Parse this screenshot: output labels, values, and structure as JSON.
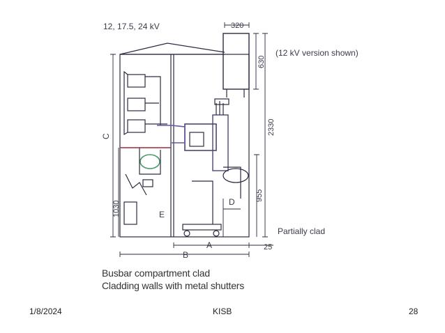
{
  "diagram": {
    "voltage_label": "12, 17.5, 24 kV",
    "version_note": "(12 kV version shown)",
    "dimensions": {
      "width_top": "320",
      "height_box": "630",
      "height_total": "2330",
      "height_lower": "955",
      "height_left": "1030",
      "offset_right": "25"
    },
    "letters": {
      "a": "A",
      "b": "B",
      "c": "C",
      "d": "D",
      "e": "E"
    },
    "partially_clad": "Partially clad",
    "caption_line1": "Busbar compartment clad",
    "caption_line2": "Cladding walls with metal shutters"
  },
  "footer": {
    "date": "1/8/2024",
    "center": "KISB",
    "page": "28"
  },
  "colors": {
    "line": "#2b2b40",
    "accent_purple": "#7a5ea8",
    "accent_red": "#b23a4a",
    "accent_green": "#4a9a6a"
  }
}
